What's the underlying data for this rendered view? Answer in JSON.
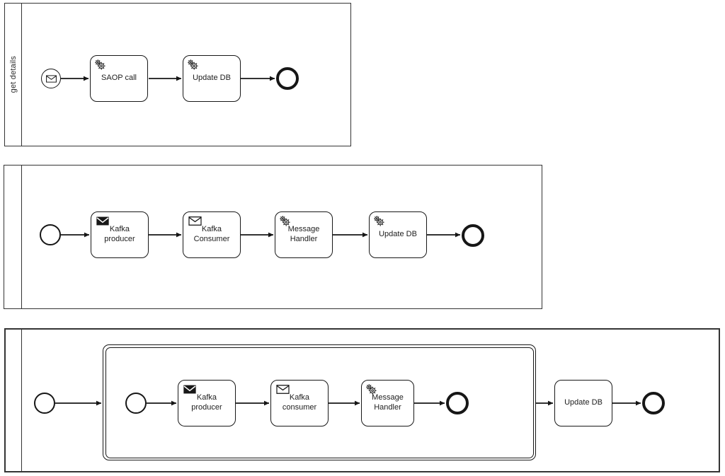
{
  "diagram": {
    "kind": "BPMN process diagram",
    "pool1": {
      "lane_label": "get details",
      "tasks": {
        "soap_call": "SAOP call",
        "update_db": "Update DB"
      }
    },
    "pool2": {
      "tasks": {
        "kafka_producer": "Kafka producer",
        "kafka_consumer": "Kafka Consumer",
        "message_handler": "Message Handler",
        "update_db": "Update DB"
      }
    },
    "pool3": {
      "tasks": {
        "kafka_producer": "Kafka producer",
        "kafka_consumer": "Kafka consumer",
        "message_handler": "Message Handler",
        "update_db": "Update DB"
      }
    },
    "icons": {
      "service_task": "gear-icon",
      "send_task": "filled-envelope-icon",
      "receive_task": "outline-envelope-icon",
      "message_start_event": "envelope-icon"
    },
    "colors": {
      "shape_stroke": "#181818",
      "pool_stroke": "#343434",
      "background": "#ffffff"
    }
  }
}
